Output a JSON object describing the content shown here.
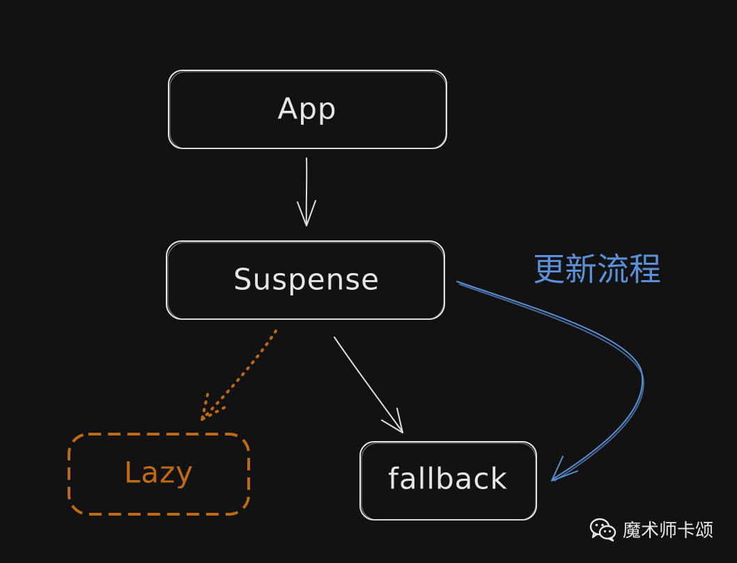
{
  "diagram": {
    "nodes": {
      "app": {
        "label": "App"
      },
      "suspense": {
        "label": "Suspense"
      },
      "lazy": {
        "label": "Lazy"
      },
      "fallback": {
        "label": "fallback"
      }
    },
    "annotation": {
      "text": "更新流程"
    },
    "colors": {
      "background": "#121212",
      "stroke": "#e0e0e0",
      "lazy": "#c06a12",
      "annotation": "#5b8fd6"
    }
  },
  "watermark": {
    "icon": "wechat-icon",
    "text": "魔术师卡颂"
  }
}
